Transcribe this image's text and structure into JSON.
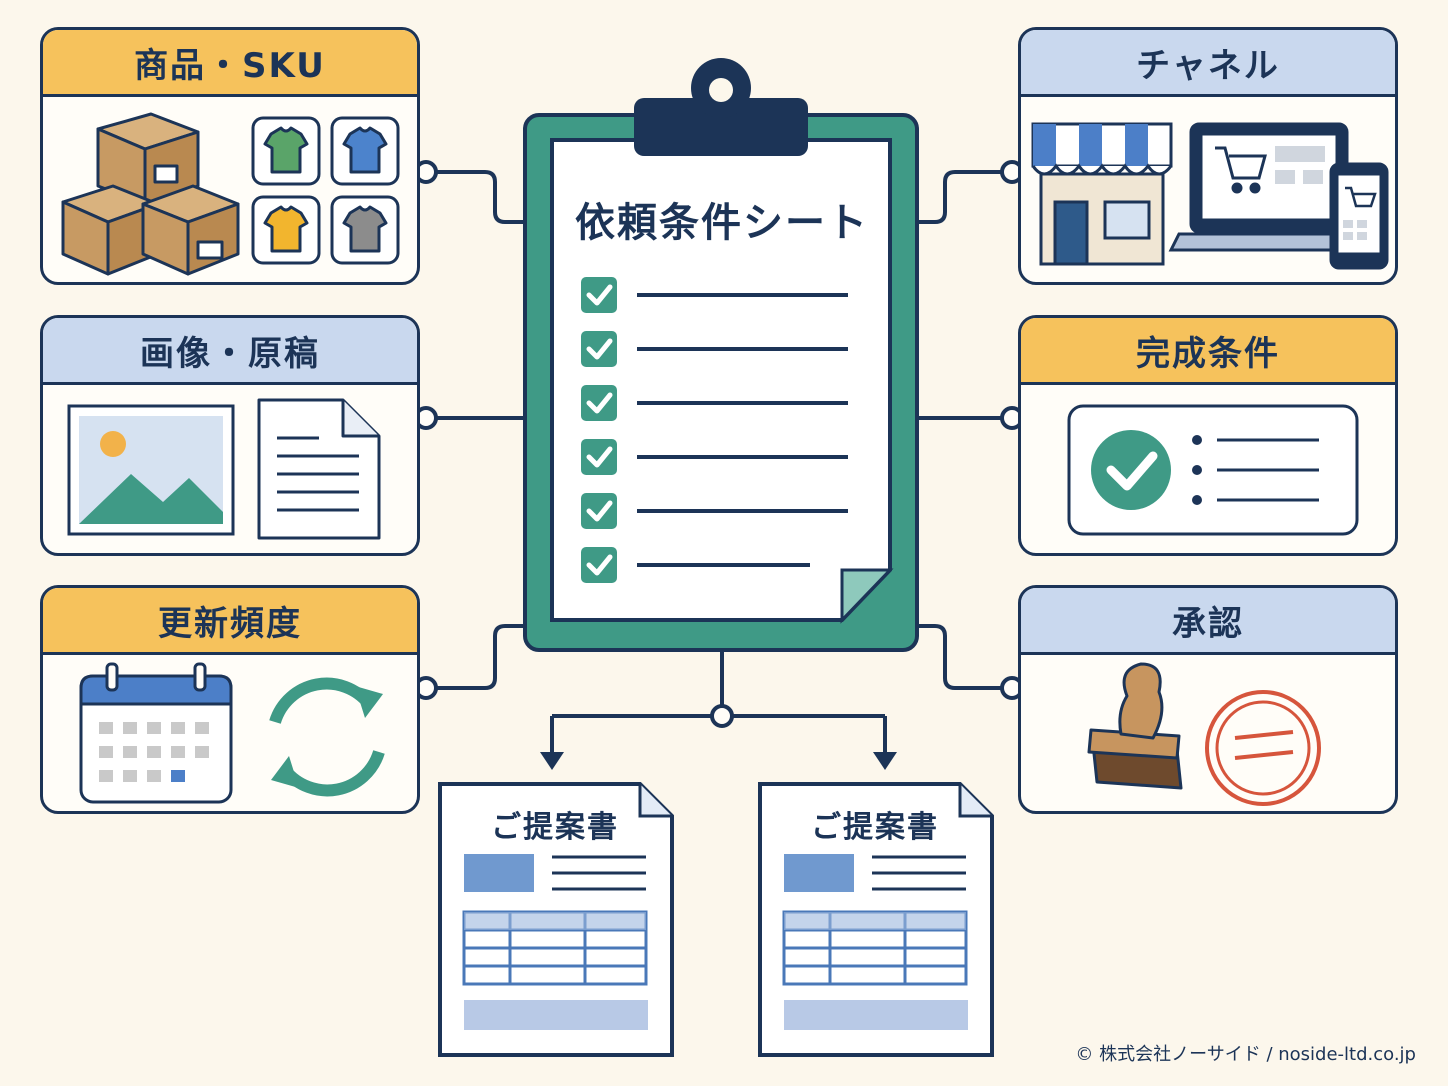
{
  "center": {
    "title": "依頼条件シート",
    "checklist_items": 6
  },
  "panels": {
    "sku": {
      "title": "商品・SKU",
      "icons": [
        "box-stack-icon",
        "tshirt-icon"
      ]
    },
    "image": {
      "title": "画像・原稿",
      "icons": [
        "image-icon",
        "document-icon"
      ]
    },
    "update": {
      "title": "更新頻度",
      "icons": [
        "calendar-icon",
        "refresh-icon"
      ]
    },
    "channel": {
      "title": "チャネル",
      "icons": [
        "storefront-icon",
        "laptop-cart-icon",
        "smartphone-cart-icon"
      ]
    },
    "complete": {
      "title": "完成条件",
      "icons": [
        "check-circle-icon",
        "bullet-list-icon"
      ]
    },
    "approval": {
      "title": "承認",
      "icons": [
        "stamp-icon",
        "seal-icon"
      ]
    }
  },
  "proposals": [
    {
      "title": "ご提案書"
    },
    {
      "title": "ご提案書"
    }
  ],
  "footer": {
    "copyright": "© 株式会社ノーサイド / noside-ltd.co.jp"
  },
  "colors": {
    "navy": "#1c3457",
    "teal": "#3f9a86",
    "orange_header": "#f6c25c",
    "blue_header": "#c9d8ee",
    "background": "#fcf7ec",
    "seal_red": "#d6553c"
  }
}
